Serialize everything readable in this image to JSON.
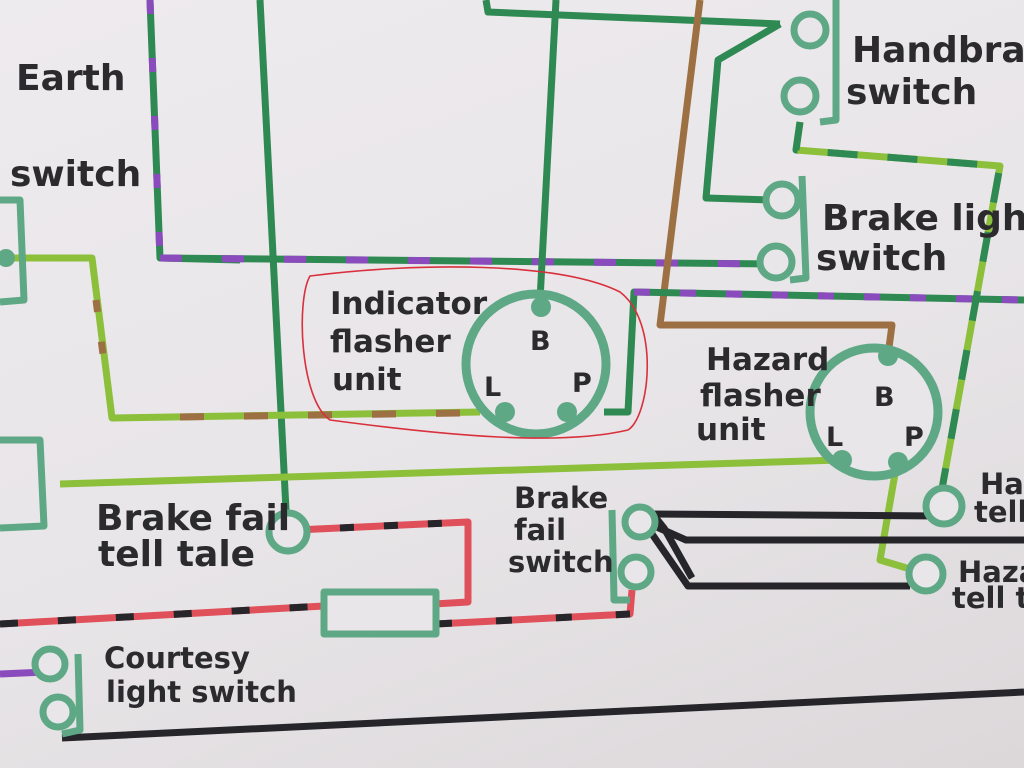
{
  "colors": {
    "green": "#2e8a52",
    "light_green": "#8cbf3a",
    "purple": "#8a4bbd",
    "brown": "#9c7043",
    "red": "#e0505a",
    "black": "#25252a",
    "component": "#5fa886",
    "paper": "#e9e6e9",
    "annotation": "#d9303c"
  },
  "diagram": {
    "labels": {
      "earth": "Earth",
      "switch_left": "switch",
      "handbrake_1": "Handbrake",
      "handbrake_2": "switch",
      "brake_light_1": "Brake light",
      "brake_light_2": "switch",
      "indicator_1": "Indicator",
      "indicator_2": "flasher",
      "indicator_3": "unit",
      "hazard_1": "Hazard",
      "hazard_2": "flasher",
      "hazard_3": "unit",
      "brake_fail_tt_1": "Brake fail",
      "brake_fail_tt_2": "tell tale",
      "brake_fail_sw_1": "Brake",
      "brake_fail_sw_2": "fail",
      "brake_fail_sw_3": "switch",
      "courtesy_1": "Courtesy",
      "courtesy_2": "light switch",
      "hazard_tt_a_1": "Ha",
      "hazard_tt_a_2": "tell",
      "hazard_tt_b_1": "Haza",
      "hazard_tt_b_2": "tell ta"
    },
    "indicator_pins": {
      "b": "B",
      "l": "L",
      "p": "P"
    },
    "hazard_pins": {
      "b": "B",
      "l": "L",
      "p": "P"
    }
  }
}
